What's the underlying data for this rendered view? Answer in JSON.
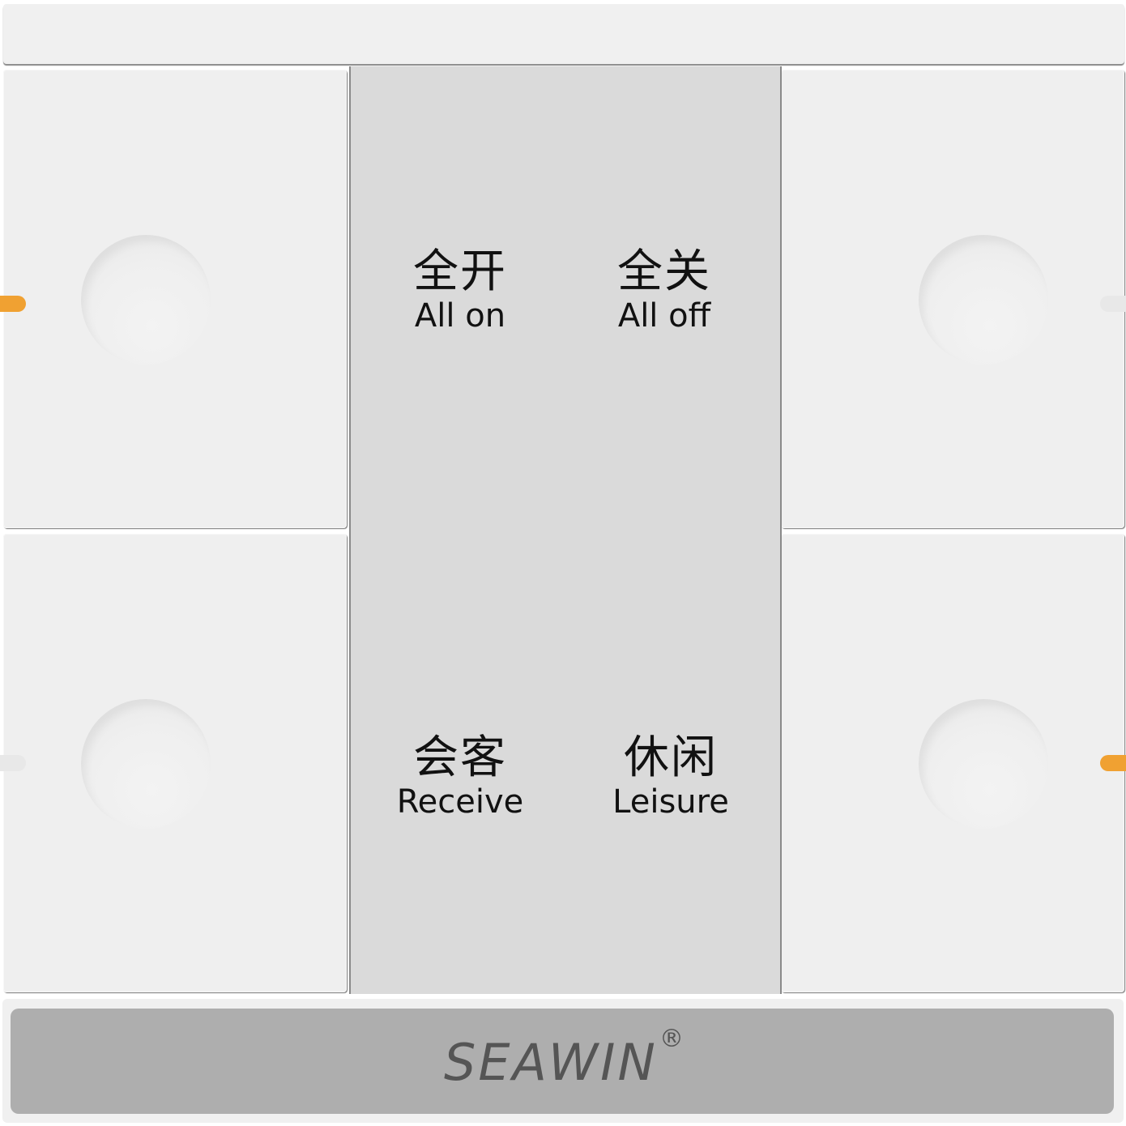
{
  "device": {
    "type": "smart-switch-panel",
    "brand": "SEAWIN",
    "registered_mark": "®"
  },
  "keys": [
    {
      "position": "top-left",
      "led": "on"
    },
    {
      "position": "bottom-left",
      "led": "off"
    },
    {
      "position": "top-right",
      "led": "off"
    },
    {
      "position": "bottom-right",
      "led": "on"
    }
  ],
  "labels": {
    "all_on": {
      "cn": "全开",
      "en": "All on"
    },
    "all_off": {
      "cn": "全关",
      "en": "All off"
    },
    "receive": {
      "cn": "会客",
      "en": "Receive"
    },
    "leisure": {
      "cn": "休闲",
      "en": "Leisure"
    }
  },
  "colors": {
    "led_on": "#f0a132",
    "led_off": "#e8e8e8",
    "key_surface": "#efefef",
    "center_panel": "#dadada",
    "nameplate": "#aeaeae",
    "brand_text": "#555555"
  }
}
